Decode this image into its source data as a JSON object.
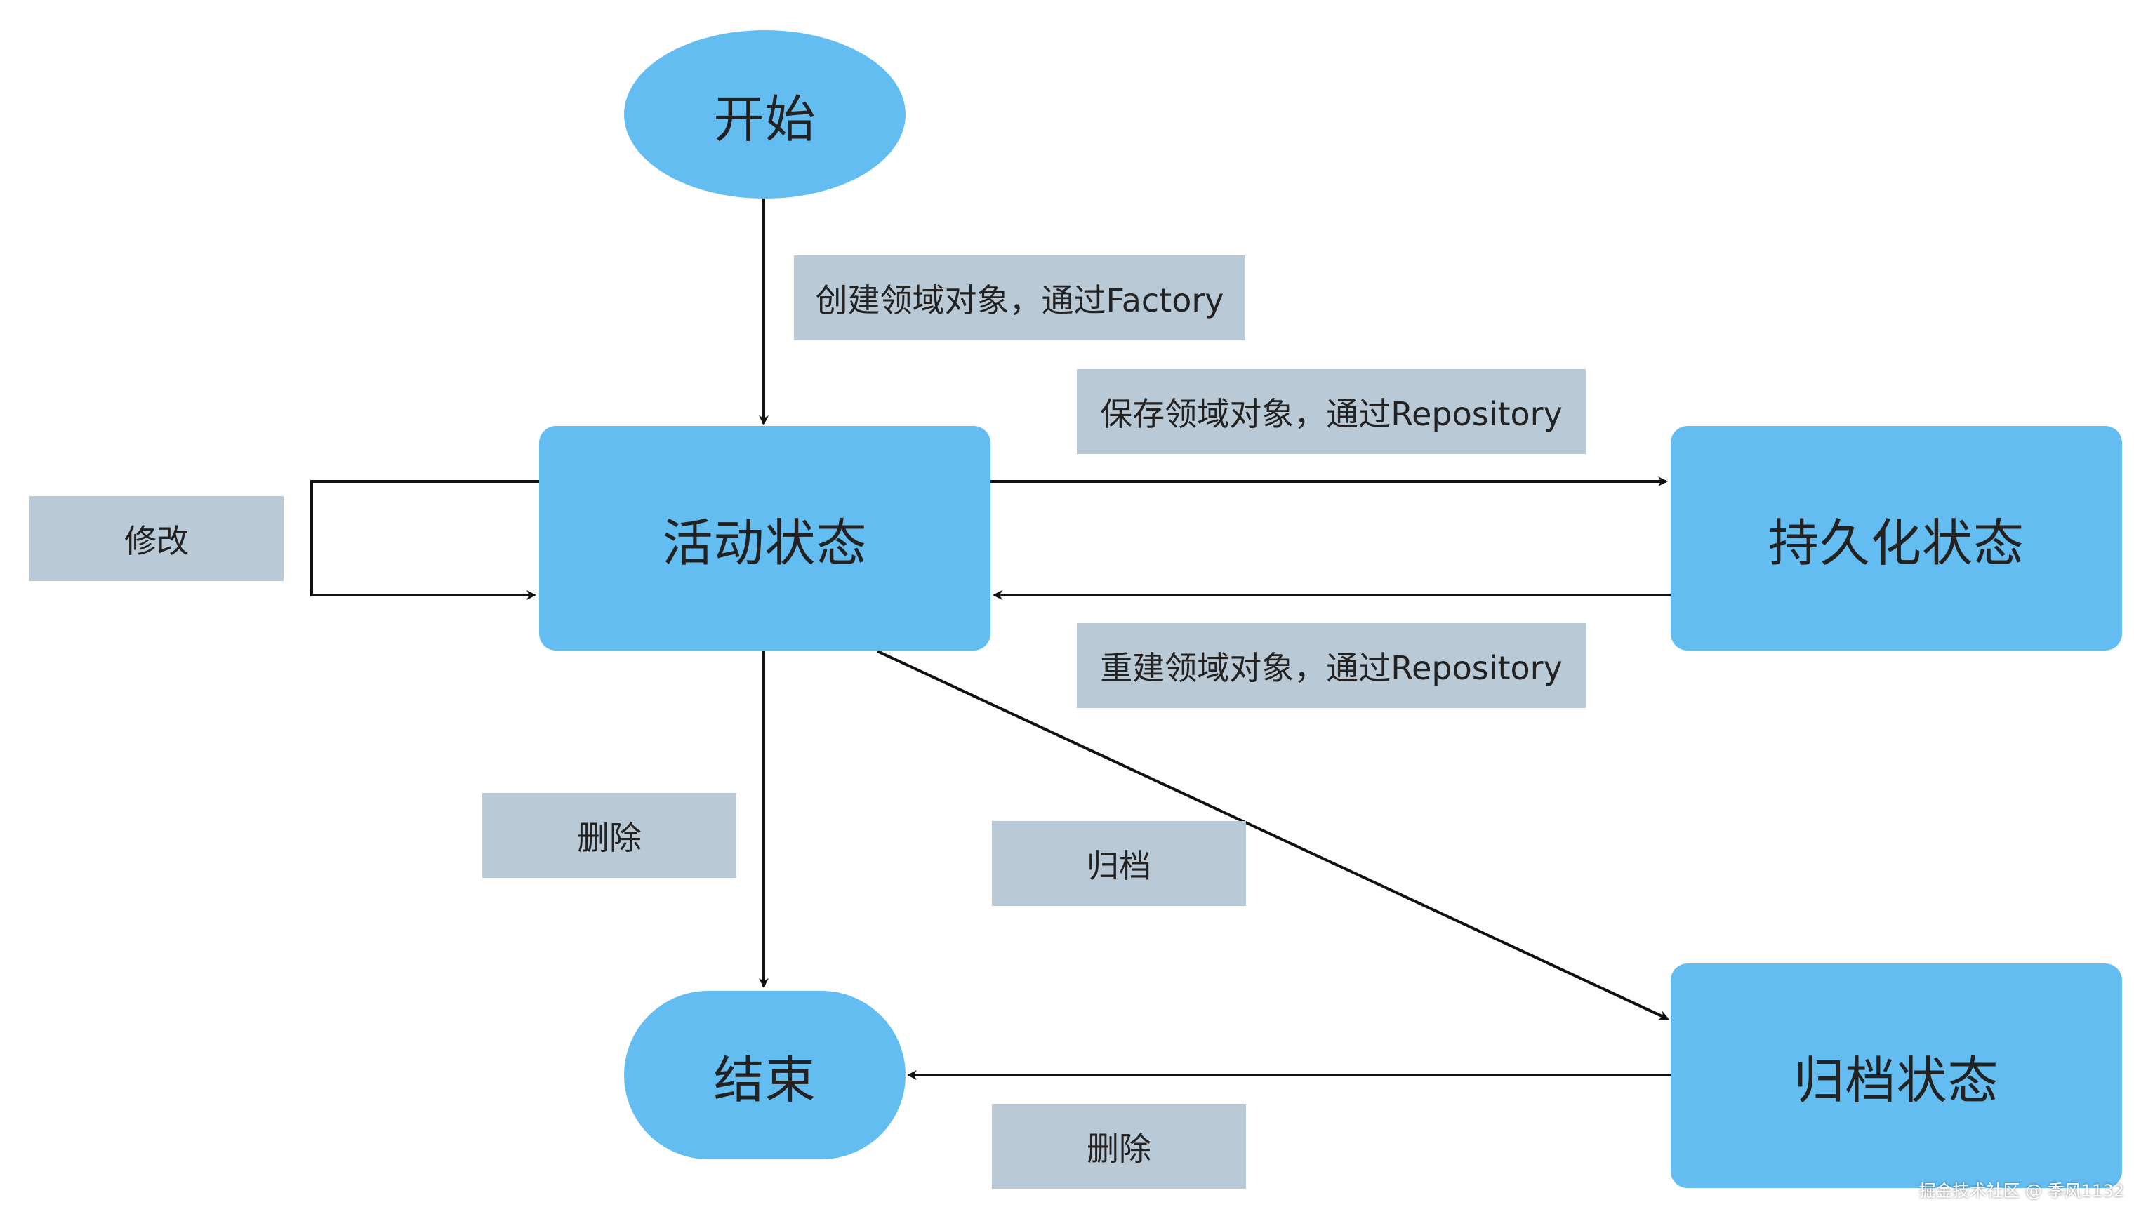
{
  "nodes": {
    "start": "开始",
    "active": "活动状态",
    "persisted": "持久化状态",
    "archived": "归档状态",
    "end": "结束"
  },
  "edges": {
    "create": "创建领域对象，通过Factory",
    "save": "保存领域对象，通过Repository",
    "rebuild": "重建领域对象，通过Repository",
    "modify": "修改",
    "delete_active": "删除",
    "archive": "归档",
    "delete_archived": "删除"
  },
  "watermark": "掘金技术社区 @ 季风1132",
  "colors": {
    "node_fill": "#63bdf1",
    "label_fill": "#bac9d6",
    "edge": "#111111"
  }
}
